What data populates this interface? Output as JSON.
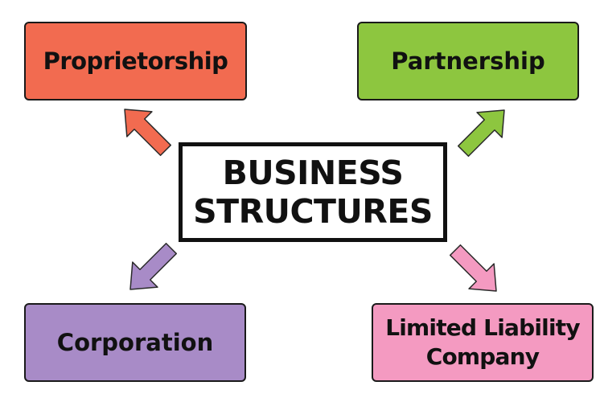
{
  "center": {
    "line1": "BUSINESS",
    "line2": "STRUCTURES"
  },
  "nodes": {
    "proprietorship": {
      "label": "Proprietorship",
      "color": "#F26B50"
    },
    "partnership": {
      "label": "Partnership",
      "color": "#8DC63F"
    },
    "corporation": {
      "label": "Corporation",
      "color": "#A88BC7"
    },
    "llc": {
      "label": "Limited Liability Company",
      "color": "#F49AC1"
    }
  },
  "arrows": [
    {
      "name": "arrow-to-proprietorship",
      "icon": "arrow-up-left-icon",
      "color": "#F26B50"
    },
    {
      "name": "arrow-to-partnership",
      "icon": "arrow-up-right-icon",
      "color": "#8DC63F"
    },
    {
      "name": "arrow-to-corporation",
      "icon": "arrow-down-left-icon",
      "color": "#A88BC7"
    },
    {
      "name": "arrow-to-llc",
      "icon": "arrow-down-right-icon",
      "color": "#F49AC1"
    }
  ]
}
